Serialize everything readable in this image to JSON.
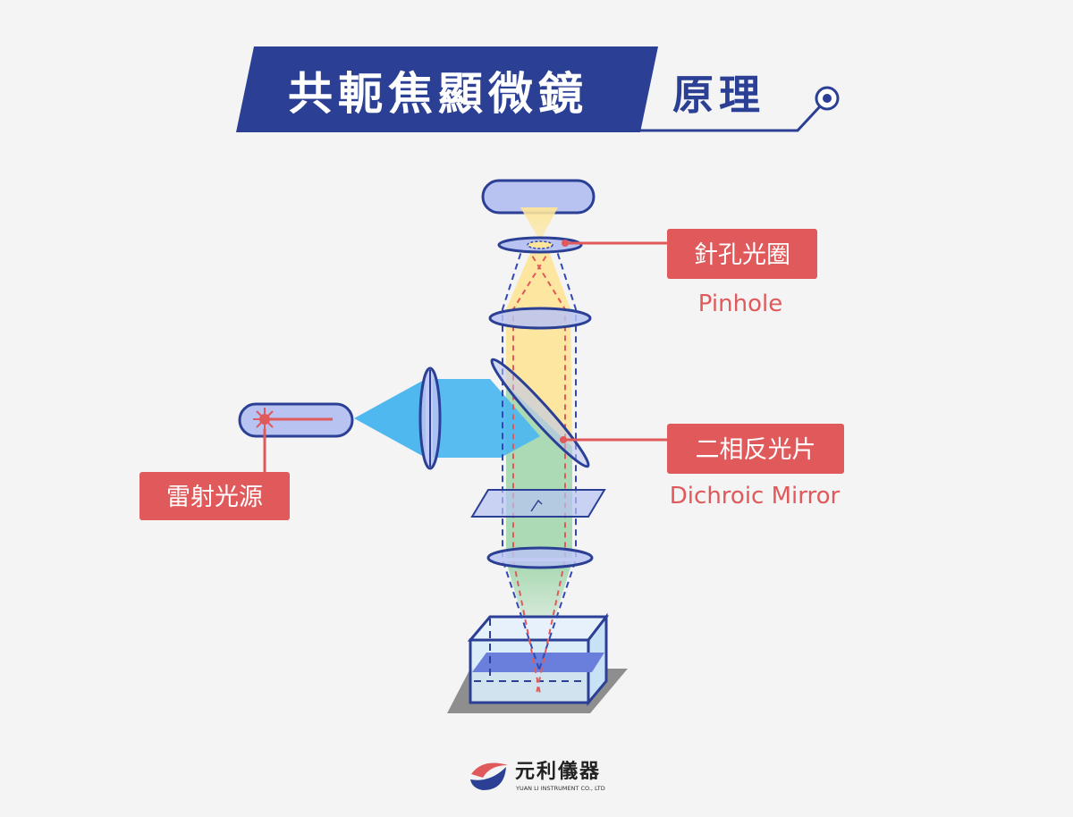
{
  "title": {
    "main": "共軛焦顯微鏡",
    "sub": "原理",
    "main_color": "#2b3f95",
    "icon": "target-node-icon"
  },
  "labels": {
    "pinhole": {
      "zh": "針孔光圈",
      "en": "Pinhole"
    },
    "dichroic": {
      "zh": "二相反光片",
      "en": "Dichroic Mirror"
    },
    "laser": {
      "zh": "雷射光源"
    }
  },
  "colors": {
    "label_bg": "#e0595b",
    "label_en": "#e0595b",
    "outline": "#2b3f95",
    "lens_fill": "#b8c3f2",
    "laser_beam": "#4fb8ef",
    "emission_yellow": "#fde59a",
    "emission_green": "#a6d8b0",
    "ray_red": "#e0595b",
    "ray_blue": "#3348b5"
  },
  "brand": {
    "name": "元利儀器",
    "sub": "YUAN LI INSTRUMENT CO., LTD",
    "icon": "yuanli-logo-icon"
  }
}
